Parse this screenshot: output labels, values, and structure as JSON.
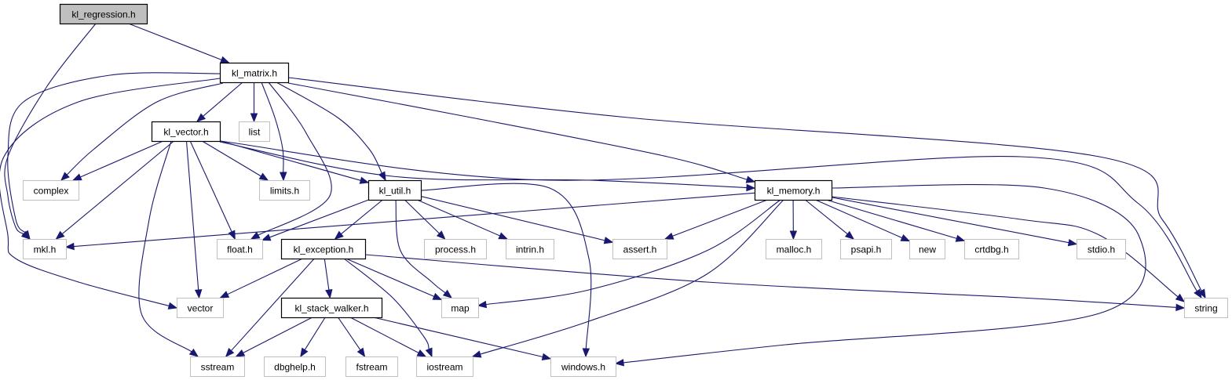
{
  "title": "kl_regression.h include dependency graph",
  "colors": {
    "edge": "#191970",
    "root_fill": "#bfbfbf",
    "local_border": "#000000",
    "external_border": "#bfbfbf"
  },
  "nodes": [
    {
      "id": "kl_regression",
      "label": "kl_regression.h",
      "kind": "root"
    },
    {
      "id": "kl_matrix",
      "label": "kl_matrix.h",
      "kind": "local"
    },
    {
      "id": "kl_vector",
      "label": "kl_vector.h",
      "kind": "local"
    },
    {
      "id": "list",
      "label": "list",
      "kind": "external"
    },
    {
      "id": "complex",
      "label": "complex",
      "kind": "external"
    },
    {
      "id": "limits",
      "label": "limits.h",
      "kind": "external"
    },
    {
      "id": "kl_util",
      "label": "kl_util.h",
      "kind": "local"
    },
    {
      "id": "kl_memory",
      "label": "kl_memory.h",
      "kind": "local"
    },
    {
      "id": "mkl",
      "label": "mkl.h",
      "kind": "external"
    },
    {
      "id": "float",
      "label": "float.h",
      "kind": "external"
    },
    {
      "id": "kl_exception",
      "label": "kl_exception.h",
      "kind": "local"
    },
    {
      "id": "process",
      "label": "process.h",
      "kind": "external"
    },
    {
      "id": "intrin",
      "label": "intrin.h",
      "kind": "external"
    },
    {
      "id": "assert",
      "label": "assert.h",
      "kind": "external"
    },
    {
      "id": "malloc",
      "label": "malloc.h",
      "kind": "external"
    },
    {
      "id": "psapi",
      "label": "psapi.h",
      "kind": "external"
    },
    {
      "id": "new",
      "label": "new",
      "kind": "external"
    },
    {
      "id": "crtdbg",
      "label": "crtdbg.h",
      "kind": "external"
    },
    {
      "id": "stdio",
      "label": "stdio.h",
      "kind": "external"
    },
    {
      "id": "vector",
      "label": "vector",
      "kind": "external"
    },
    {
      "id": "kl_stack_walker",
      "label": "kl_stack_walker.h",
      "kind": "local"
    },
    {
      "id": "map",
      "label": "map",
      "kind": "external"
    },
    {
      "id": "string",
      "label": "string",
      "kind": "external"
    },
    {
      "id": "sstream",
      "label": "sstream",
      "kind": "external"
    },
    {
      "id": "dbghelp",
      "label": "dbghelp.h",
      "kind": "external"
    },
    {
      "id": "fstream",
      "label": "fstream",
      "kind": "external"
    },
    {
      "id": "iostream",
      "label": "iostream",
      "kind": "external"
    },
    {
      "id": "windows",
      "label": "windows.h",
      "kind": "external"
    }
  ],
  "edges": [
    [
      "kl_regression",
      "kl_matrix"
    ],
    [
      "kl_regression",
      "mkl"
    ],
    [
      "kl_matrix",
      "kl_vector"
    ],
    [
      "kl_matrix",
      "list"
    ],
    [
      "kl_matrix",
      "complex"
    ],
    [
      "kl_matrix",
      "limits"
    ],
    [
      "kl_matrix",
      "kl_util"
    ],
    [
      "kl_matrix",
      "kl_memory"
    ],
    [
      "kl_matrix",
      "mkl"
    ],
    [
      "kl_matrix",
      "float"
    ],
    [
      "kl_matrix",
      "vector"
    ],
    [
      "kl_matrix",
      "string"
    ],
    [
      "kl_vector",
      "complex"
    ],
    [
      "kl_vector",
      "limits"
    ],
    [
      "kl_vector",
      "kl_util"
    ],
    [
      "kl_vector",
      "kl_memory"
    ],
    [
      "kl_vector",
      "mkl"
    ],
    [
      "kl_vector",
      "float"
    ],
    [
      "kl_vector",
      "vector"
    ],
    [
      "kl_vector",
      "sstream"
    ],
    [
      "kl_vector",
      "string"
    ],
    [
      "kl_util",
      "float"
    ],
    [
      "kl_util",
      "kl_exception"
    ],
    [
      "kl_util",
      "process"
    ],
    [
      "kl_util",
      "intrin"
    ],
    [
      "kl_util",
      "assert"
    ],
    [
      "kl_util",
      "map"
    ],
    [
      "kl_util",
      "windows"
    ],
    [
      "kl_memory",
      "mkl"
    ],
    [
      "kl_memory",
      "assert"
    ],
    [
      "kl_memory",
      "malloc"
    ],
    [
      "kl_memory",
      "psapi"
    ],
    [
      "kl_memory",
      "new"
    ],
    [
      "kl_memory",
      "crtdbg"
    ],
    [
      "kl_memory",
      "stdio"
    ],
    [
      "kl_memory",
      "map"
    ],
    [
      "kl_memory",
      "iostream"
    ],
    [
      "kl_memory",
      "string"
    ],
    [
      "kl_memory",
      "windows"
    ],
    [
      "kl_exception",
      "vector"
    ],
    [
      "kl_exception",
      "kl_stack_walker"
    ],
    [
      "kl_exception",
      "map"
    ],
    [
      "kl_exception",
      "sstream"
    ],
    [
      "kl_exception",
      "iostream"
    ],
    [
      "kl_exception",
      "string"
    ],
    [
      "kl_stack_walker",
      "sstream"
    ],
    [
      "kl_stack_walker",
      "dbghelp"
    ],
    [
      "kl_stack_walker",
      "fstream"
    ],
    [
      "kl_stack_walker",
      "iostream"
    ],
    [
      "kl_stack_walker",
      "windows"
    ]
  ]
}
